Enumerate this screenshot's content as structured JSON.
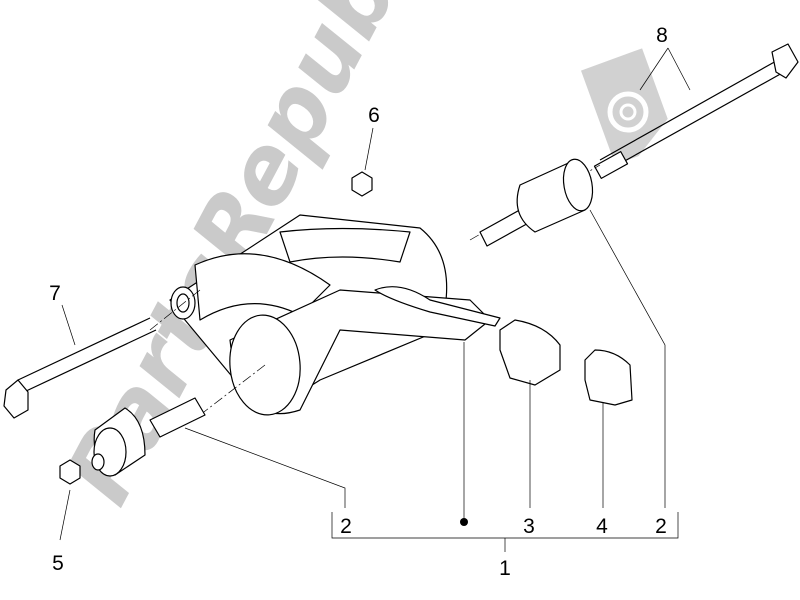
{
  "diagram": {
    "callouts": [
      {
        "id": "8",
        "label": "8"
      },
      {
        "id": "6",
        "label": "6"
      },
      {
        "id": "7",
        "label": "7"
      },
      {
        "id": "2a",
        "label": "2"
      },
      {
        "id": "3",
        "label": "3"
      },
      {
        "id": "4",
        "label": "4"
      },
      {
        "id": "2b",
        "label": "2"
      },
      {
        "id": "5",
        "label": "5"
      },
      {
        "id": "1",
        "label": "1"
      }
    ],
    "watermark": {
      "text": "PartsRepublik",
      "icon": "gear-icon"
    }
  }
}
